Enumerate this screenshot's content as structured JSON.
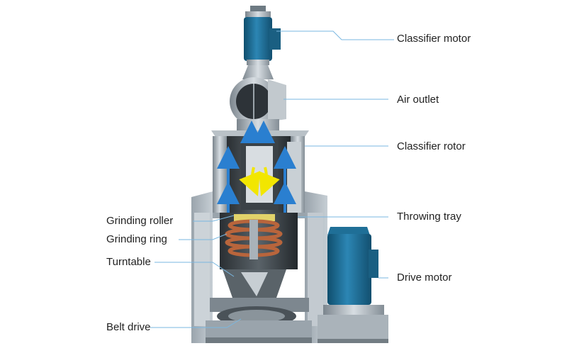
{
  "labels": {
    "right": [
      {
        "id": "classifier-motor",
        "text": "Classifier motor"
      },
      {
        "id": "air-outlet",
        "text": "Air outlet"
      },
      {
        "id": "classifier-rotor",
        "text": "Classifier rotor"
      },
      {
        "id": "throwing-tray",
        "text": "Throwing tray"
      },
      {
        "id": "drive-motor",
        "text": "Drive motor"
      }
    ],
    "left": [
      {
        "id": "grinding-roller",
        "text": "Grinding roller"
      },
      {
        "id": "grinding-ring",
        "text": "Grinding ring"
      },
      {
        "id": "turntable",
        "text": "Turntable"
      },
      {
        "id": "belt-drive",
        "text": "Belt drive"
      }
    ]
  },
  "colors": {
    "motor": "#1f6f97",
    "frame": "#a9b3bb",
    "steel": "#8d979f",
    "airflow": "#2a7fd0",
    "material": "#f2e600",
    "ring": "#b8653c",
    "leader": "#7ab7e0"
  }
}
